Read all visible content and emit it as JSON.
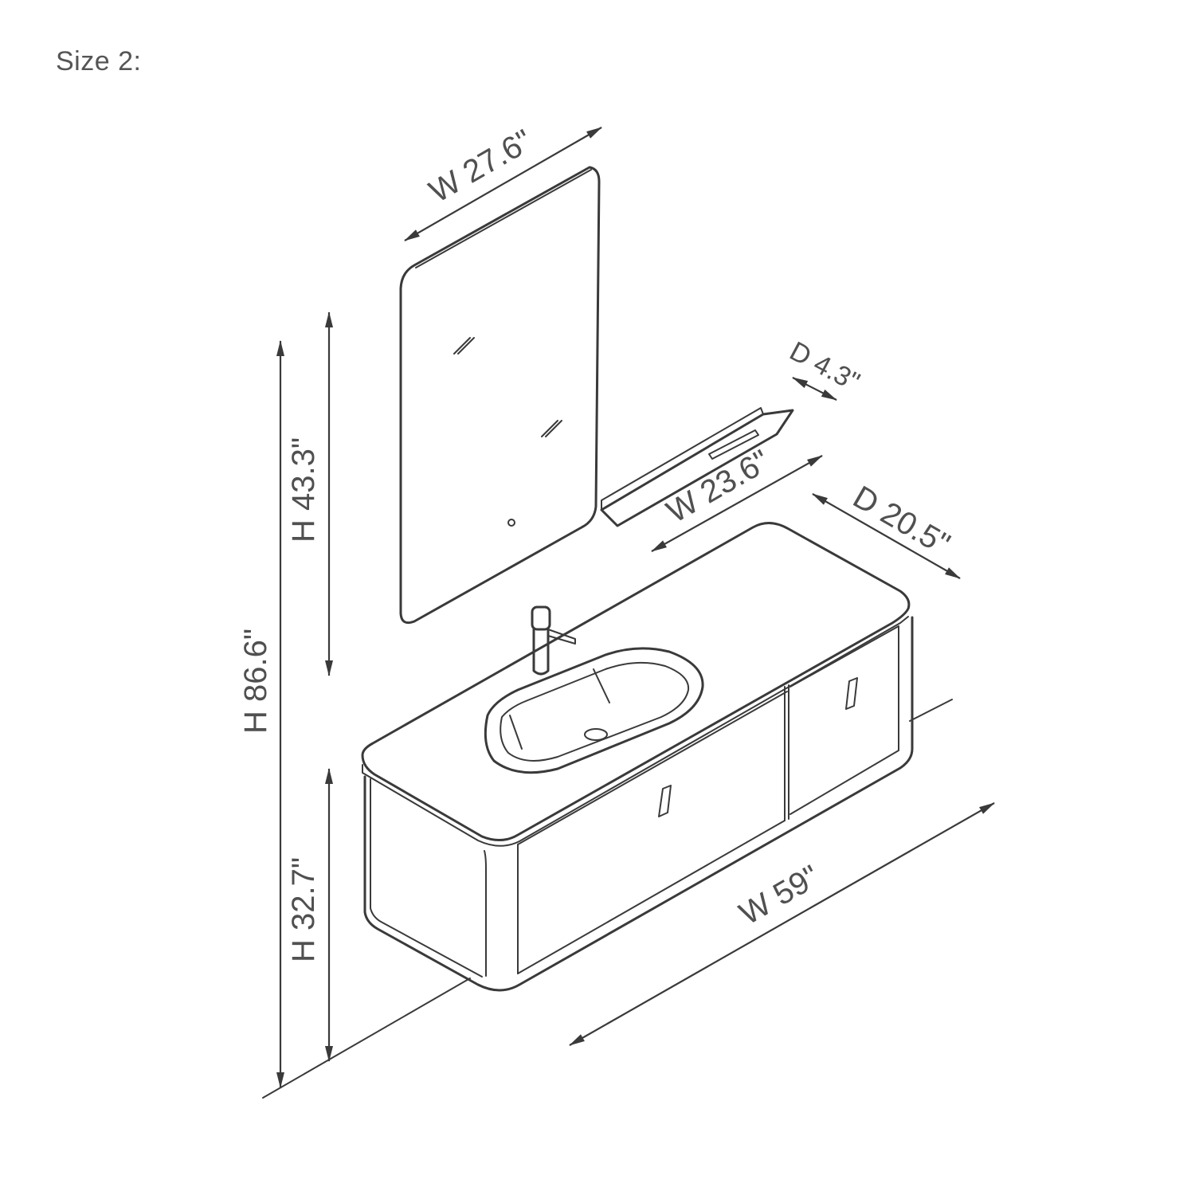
{
  "title": "Size 2:",
  "dimensions": {
    "mirror_width": "W 27.6\"",
    "mirror_height": "H 43.3\"",
    "total_height": "H 86.6\"",
    "shelf_depth": "D 4.3\"",
    "shelf_width": "W 23.6\"",
    "vanity_depth": "D 20.5\"",
    "vanity_width": "W 59\"",
    "vanity_height": "H 32.7\""
  },
  "colors": {
    "line": "#3a3a3a",
    "text": "#505050",
    "background": "#ffffff"
  }
}
